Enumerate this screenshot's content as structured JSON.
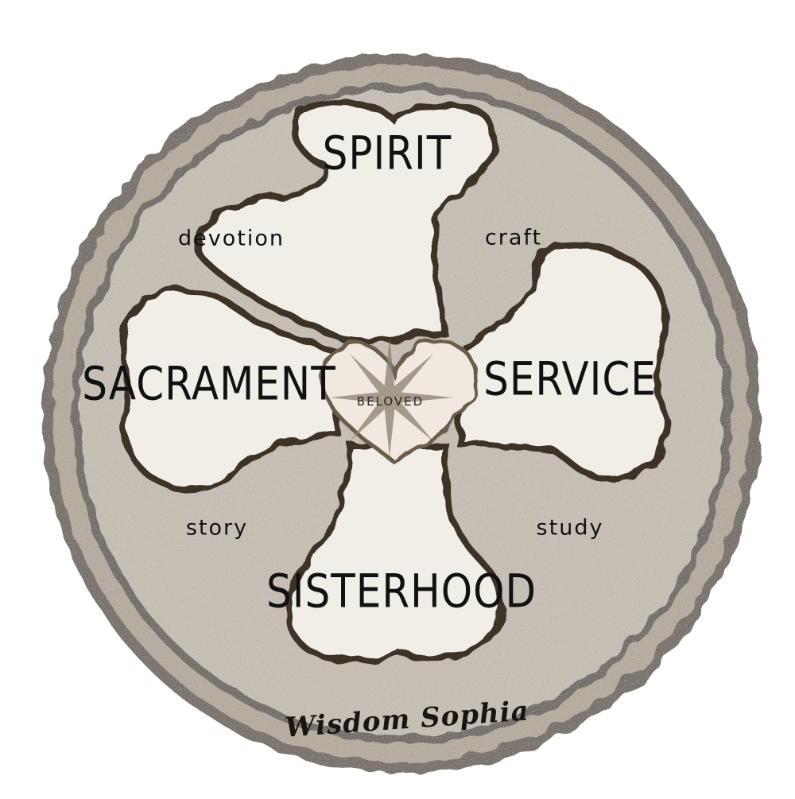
{
  "diagram": {
    "center": "BELOVED",
    "main_labels": {
      "top": "SPIRIT",
      "left": "SACRAMENT",
      "right": "SERVICE",
      "bottom": "SISTERHOOD"
    },
    "minor_labels": {
      "upper_left": "devotion",
      "upper_right": "craft",
      "lower_left": "story",
      "lower_right": "study"
    },
    "signature": "Wisdom Sophia",
    "colors": {
      "stone": "#8a7a68",
      "stone_dark": "#3d3328",
      "stone_light": "#d8d0c4",
      "petal": "#f2efea"
    }
  }
}
